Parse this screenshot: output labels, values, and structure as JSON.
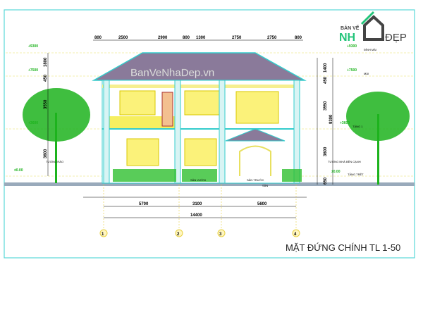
{
  "drawing": {
    "title": "MẶT ĐỨNG CHÍNH TL 1-50",
    "watermark": "BanVeNhaDep.vn",
    "logo": {
      "top": "BẢN VẼ",
      "left": "NH",
      "right": "ĐẸP"
    },
    "top_dimensions": [
      "800",
      "2500",
      "2900",
      "800",
      "1300",
      "2750",
      "2750",
      "800"
    ],
    "bottom_dimensions": [
      "5700",
      "3100",
      "5600"
    ],
    "total_dimension": "14400",
    "axes": [
      "1",
      "2",
      "3",
      "4"
    ],
    "levels_left": [
      "+9300",
      "+7500",
      "+3600",
      "±0.00"
    ],
    "levels_right": [
      {
        "value": "+9300",
        "label": "ĐỈNH MÁI"
      },
      {
        "value": "+7500",
        "label": "MÁI"
      },
      {
        "value": "+3600",
        "label": "TẦNG 1"
      },
      {
        "value": "±0.00",
        "label": "TẦNG TRỆT"
      }
    ],
    "vertical_dims_left": [
      "1800",
      "450",
      "3550",
      "3600"
    ],
    "vertical_dims_right": [
      "1400",
      "450",
      "3550",
      "3600",
      "9300",
      "650"
    ],
    "notes": {
      "fence": "TƯỜNG RÀO",
      "neighbor_wall": "TƯỜNG NHÀ BÊN CẠNH",
      "front_yard": "SÂN TRƯỚC",
      "yard": "SÂN",
      "garden": "SÂN VƯỜN"
    },
    "colors": {
      "frame": "#5ad8d8",
      "tree": "#1db31d",
      "window": "#f0e020",
      "roof": "#8a7a9a",
      "pillar": "#33cccc"
    }
  }
}
